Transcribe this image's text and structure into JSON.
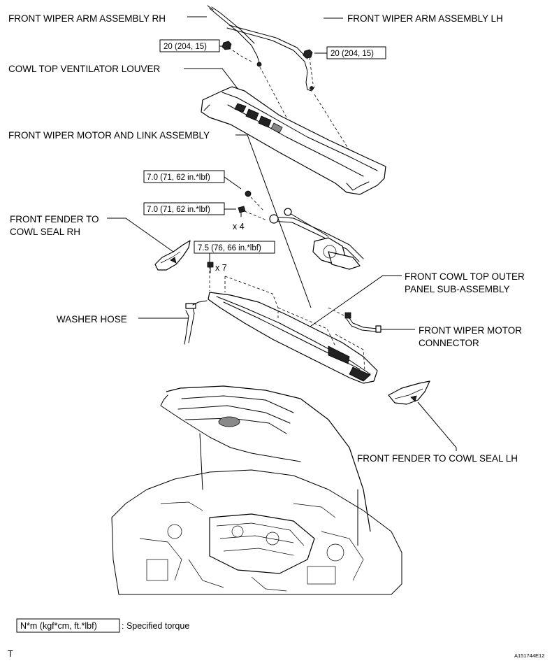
{
  "labels": {
    "wiper_arm_rh": "FRONT WIPER ARM ASSEMBLY RH",
    "wiper_arm_lh": "FRONT WIPER ARM ASSEMBLY LH",
    "cowl_louver": "COWL TOP VENTILATOR LOUVER",
    "wiper_motor_link": "FRONT WIPER MOTOR AND LINK ASSEMBLY",
    "fender_seal_rh_line1": "FRONT FENDER TO",
    "fender_seal_rh_line2": "COWL SEAL RH",
    "cowl_outer_panel_line1": "FRONT COWL TOP OUTER",
    "cowl_outer_panel_line2": "PANEL SUB-ASSEMBLY",
    "washer_hose": "WASHER HOSE",
    "motor_connector_line1": "FRONT WIPER MOTOR",
    "motor_connector_line2": "CONNECTOR",
    "fender_seal_lh": "FRONT FENDER TO COWL SEAL LH"
  },
  "torques": {
    "arm_rh": "20 (204, 15)",
    "arm_lh": "20 (204, 15)",
    "motor_nut": "7.0 (71, 62 in.*lbf)",
    "motor_bolt": "7.0 (71, 62 in.*lbf)",
    "panel_bolt": "7.5 (76, 66 in.*lbf)"
  },
  "quantities": {
    "motor_bolt_qty": "x 4",
    "panel_bolt_qty": "x 7"
  },
  "legend": {
    "unit_box": "N*m (kgf*cm, ft.*lbf)",
    "description": ": Specified torque"
  },
  "footer": {
    "marker": "T",
    "figure_code": "A151744E12"
  }
}
